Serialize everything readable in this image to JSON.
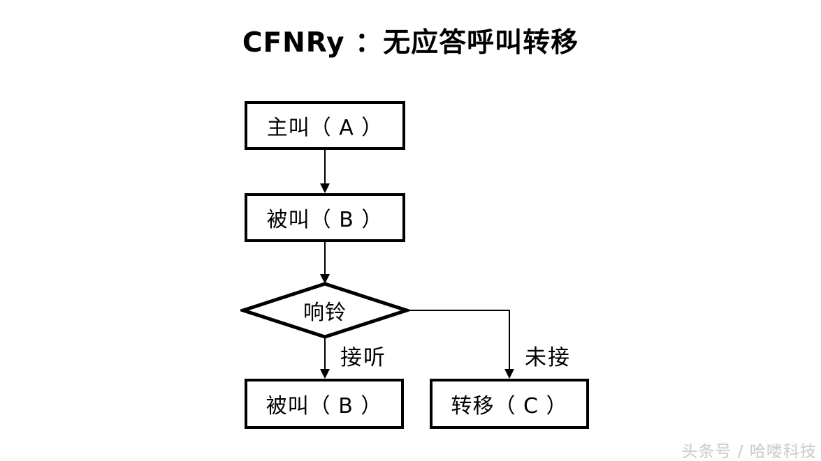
{
  "title": "CFNRy ：无应答呼叫转移",
  "nodes": {
    "caller_a": {
      "label": "主叫（ A ）"
    },
    "called_b": {
      "label": "被叫（ B ）"
    },
    "ringing": {
      "label": "响铃"
    },
    "answered_b": {
      "label": "被叫（ B ）"
    },
    "forwarded_c": {
      "label": "转移（ C ）"
    }
  },
  "edges": {
    "answer_label": "接听",
    "no_answer_label": "未接"
  },
  "watermark": "头条号 / 哈喽科技",
  "colors": {
    "line": "#000000",
    "background": "#ffffff",
    "watermark_gray": "#cccccc"
  }
}
